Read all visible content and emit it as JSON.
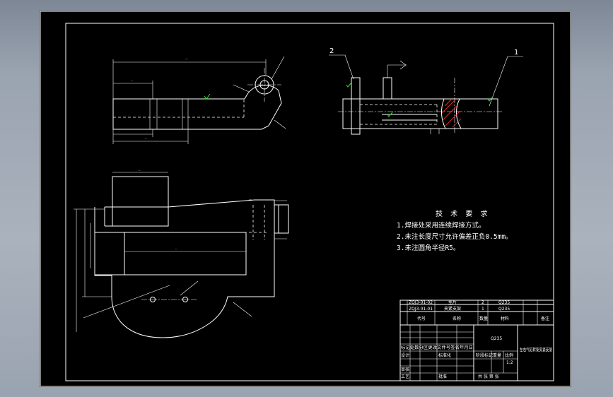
{
  "drawing": {
    "balloons": {
      "part_2": "2",
      "part_1": "1"
    },
    "technical_requirements": {
      "title": "技 术 要 求",
      "items": [
        "1.焊接处采用连续焊接方式。",
        "2.未注长度尺寸允许偏差正负0.5mm。",
        "3.未注圆角半径R5。"
      ]
    },
    "title_block": {
      "parts_list": [
        {
          "code": "ZQJ3-01-02",
          "name": "垫片",
          "qty": "2",
          "material": "Q235"
        },
        {
          "code": "ZQJ3-01-01",
          "name": "夹紧支架",
          "qty": "1",
          "material": "Q235"
        }
      ],
      "header": {
        "code": "代号",
        "name": "名称",
        "qty": "数量",
        "material": "材料",
        "remark": "备注"
      },
      "material_cell": "Q235",
      "revision_row": "标记处数分区更改文件号签名年月日",
      "designer": "设计",
      "standardization": "标准化",
      "stage_label": "阶段标记",
      "weight_label": "重量",
      "scale_label": "比例",
      "scale_value": "1:2",
      "review": "审核",
      "craft": "工艺",
      "approve": "批准",
      "sheet_info": "共 张 第 张",
      "drawing_title": "左右气缸转架夹紧支架"
    }
  }
}
